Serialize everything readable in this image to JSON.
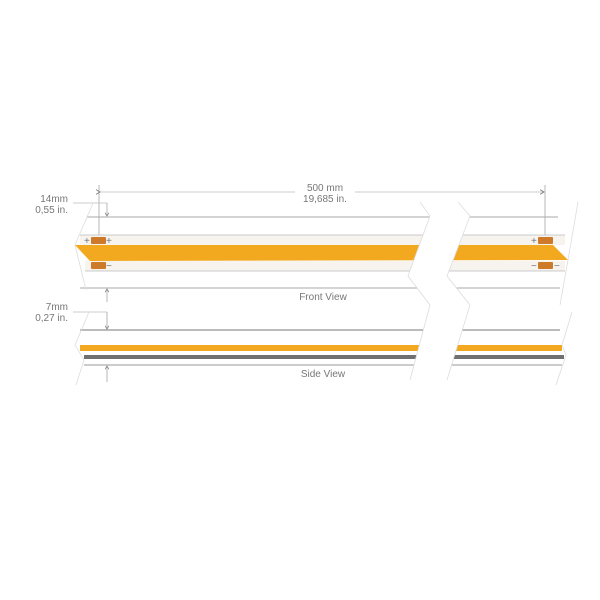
{
  "colors": {
    "strip": "#f2a81f",
    "led": "#cd7a2a",
    "pad": "#f7f3ee",
    "line": "#aaaaaa",
    "dark": "#707070"
  },
  "length": {
    "mm": "500 mm",
    "in": "19,685 in."
  },
  "front": {
    "width_mm": "14mm",
    "width_in": "0,55 in.",
    "label": "Front View",
    "plus": "+",
    "minus": "−"
  },
  "side": {
    "height_mm": "7mm",
    "height_in": "0,27 in.",
    "label": "Side View"
  }
}
